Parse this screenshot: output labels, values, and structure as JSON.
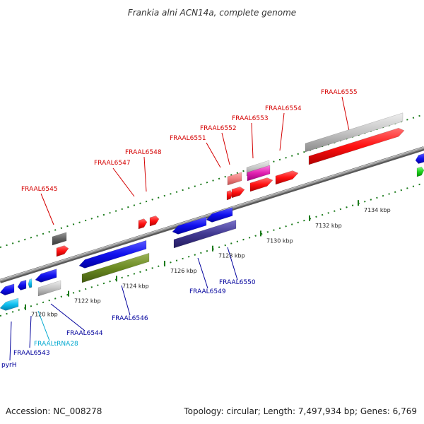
{
  "title": "Frankia alni ACN14a, complete genome",
  "footer": {
    "accession": "Accession: NC_008278",
    "summary": "Topology: circular; Length: 7,497,934 bp; Genes: 6,769"
  },
  "colors": {
    "forward_label": "#d40000",
    "reverse_label": "#00009c",
    "rna_label": "#00a8d0",
    "backbone": "#888888",
    "tick": "#1a7a1a"
  },
  "ticks": [
    {
      "label": "7120 kbp"
    },
    {
      "label": "7122 kbp"
    },
    {
      "label": "7124 kbp"
    },
    {
      "label": "7126 kbp"
    },
    {
      "label": "7128 kbp"
    },
    {
      "label": "7130 kbp"
    },
    {
      "label": "7132 kbp"
    },
    {
      "label": "7134 kbp"
    }
  ],
  "genes_forward": [
    {
      "label": "FRAAL6545"
    },
    {
      "label": "FRAAL6547"
    },
    {
      "label": "FRAAL6548"
    },
    {
      "label": "FRAAL6551"
    },
    {
      "label": "FRAAL6552"
    },
    {
      "label": "FRAAL6553"
    },
    {
      "label": "FRAAL6554"
    },
    {
      "label": "FRAAL6555"
    }
  ],
  "genes_reverse": [
    {
      "label": "pyrH"
    },
    {
      "label": "FRAAL6543"
    },
    {
      "label": "FRAALtRNA28"
    },
    {
      "label": "FRAAL6544"
    },
    {
      "label": "FRAAL6546"
    },
    {
      "label": "FRAAL6549"
    },
    {
      "label": "FRAAL6550"
    }
  ]
}
